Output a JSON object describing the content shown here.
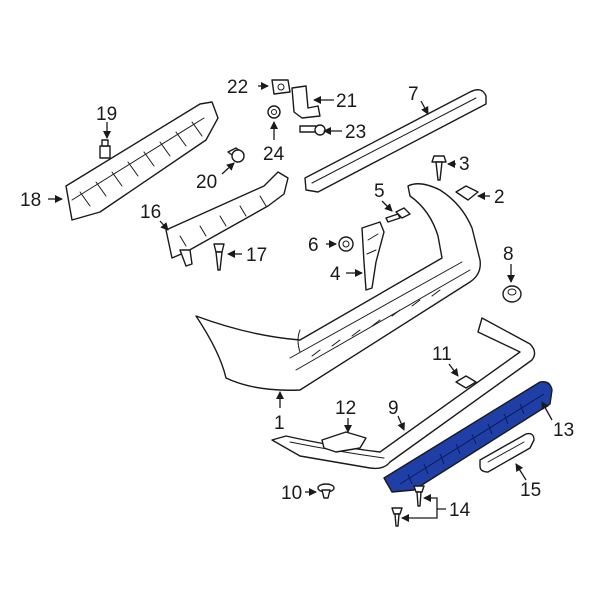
{
  "highlight_color": "#1f3fa6",
  "outline_color": "#1a1a1a",
  "callouts": {
    "p1": "1",
    "p2": "2",
    "p3": "3",
    "p4": "4",
    "p5": "5",
    "p6": "6",
    "p7": "7",
    "p8": "8",
    "p9": "9",
    "p10": "10",
    "p11": "11",
    "p12": "12",
    "p13": "13",
    "p14": "14",
    "p15": "15",
    "p16": "16",
    "p17": "17",
    "p18": "18",
    "p19": "19",
    "p20": "20",
    "p21": "21",
    "p22": "22",
    "p23": "23",
    "p24": "24"
  },
  "highlighted_part": "13"
}
